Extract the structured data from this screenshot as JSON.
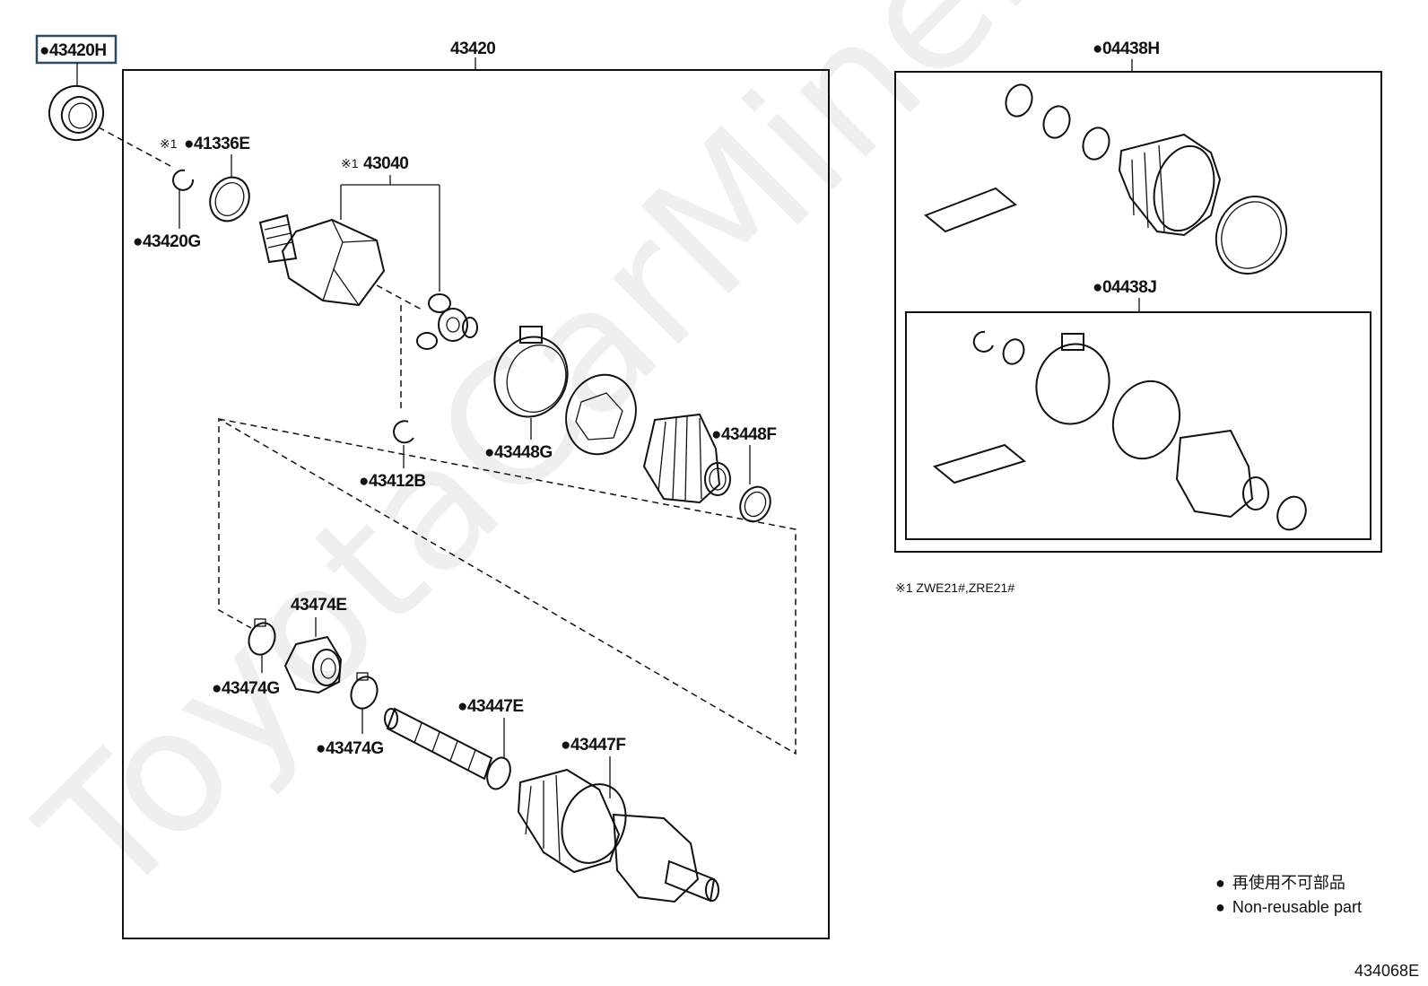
{
  "watermark": "ToyotaCarMiner.ru",
  "assembly": {
    "id": "43420"
  },
  "kits": [
    {
      "id": "04438H"
    },
    {
      "id": "04438J"
    }
  ],
  "callouts": [
    {
      "id": "43420H",
      "marker": "●",
      "note": ""
    },
    {
      "id": "41336E",
      "marker": "●",
      "note": "※1"
    },
    {
      "id": "43420G",
      "marker": "●",
      "note": ""
    },
    {
      "id": "43040",
      "marker": "",
      "note": "※1"
    },
    {
      "id": "43412B",
      "marker": "●",
      "note": ""
    },
    {
      "id": "43448G",
      "marker": "●",
      "note": ""
    },
    {
      "id": "43448F",
      "marker": "●",
      "note": ""
    },
    {
      "id": "43474E",
      "marker": "",
      "note": ""
    },
    {
      "id": "43474G",
      "marker": "●",
      "note": ""
    },
    {
      "id": "43474G",
      "marker": "●",
      "note": ""
    },
    {
      "id": "43447E",
      "marker": "●",
      "note": ""
    },
    {
      "id": "43447F",
      "marker": "●",
      "note": ""
    }
  ],
  "footnote": "※1  ZWE21#,ZRE21#",
  "legend": [
    {
      "marker": "●",
      "text": "再使用不可部品"
    },
    {
      "marker": "●",
      "text": "Non-reusable part"
    }
  ],
  "figure_code": "434068E",
  "colors": {
    "line": "#111111",
    "highlight": "#2b4a63",
    "background": "#ffffff"
  }
}
